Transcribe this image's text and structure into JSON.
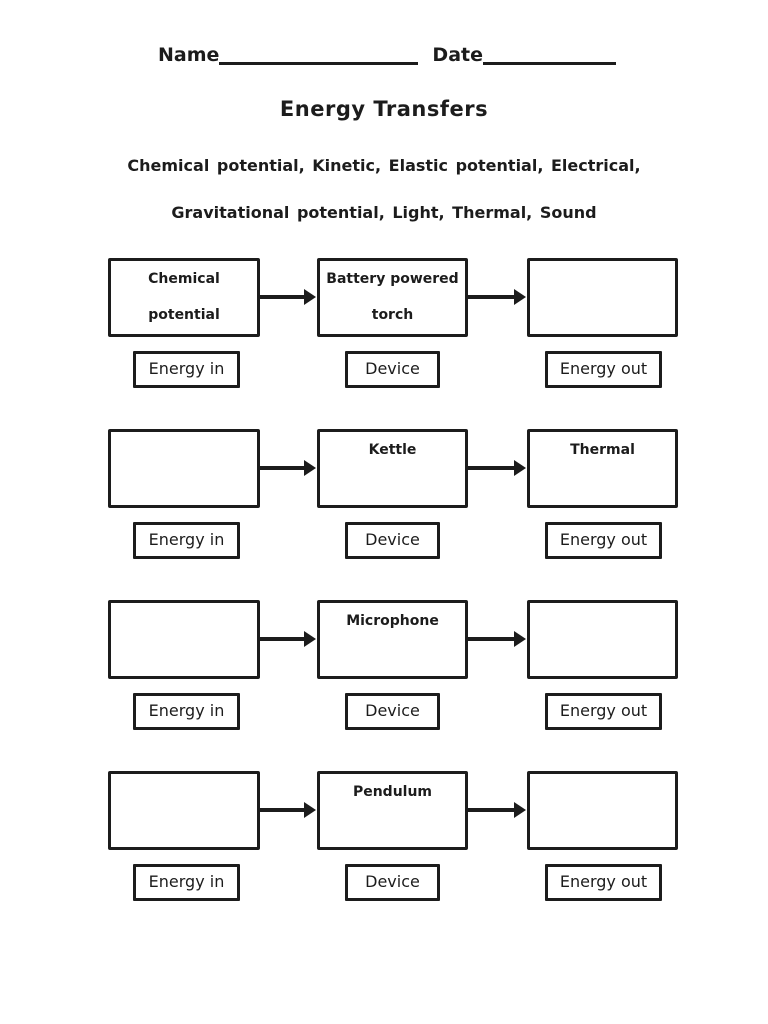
{
  "header": {
    "name_label": "Name",
    "date_label": "Date"
  },
  "title": "Energy Transfers",
  "word_bank": {
    "line1": "Chemical potential, Kinetic, Elastic potential, Electrical,",
    "line2": "Gravitational potential, Light, Thermal, Sound"
  },
  "labels": {
    "energy_in": "Energy in",
    "device": "Device",
    "energy_out": "Energy out"
  },
  "rows": [
    {
      "energy_in": "Chemical\npotential",
      "device": "Battery powered\ntorch",
      "energy_out": ""
    },
    {
      "energy_in": "",
      "device": "Kettle",
      "energy_out": "Thermal"
    },
    {
      "energy_in": "",
      "device": "Microphone",
      "energy_out": ""
    },
    {
      "energy_in": "",
      "device": "Pendulum",
      "energy_out": ""
    }
  ],
  "colors": {
    "ink": "#1c1c1c",
    "background": "#ffffff"
  }
}
